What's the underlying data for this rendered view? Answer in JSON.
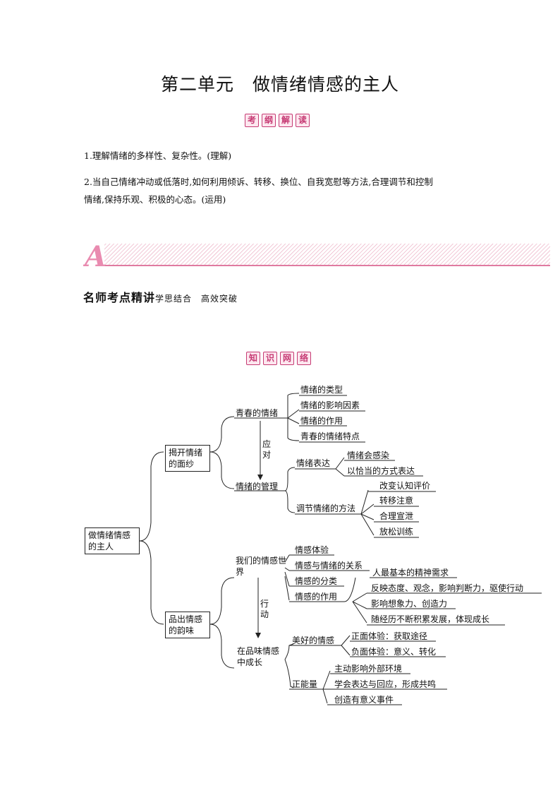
{
  "title": "第二单元　做情绪情感的主人",
  "exam_badges": [
    "考",
    "纲",
    "解",
    "读"
  ],
  "requirements": [
    "1.理解情绪的多样性、复杂性。(理解)",
    "2.当自己情绪冲动或低落时,如何利用倾诉、转移、换位、自我宽慰等方法,合理调节和控制",
    "情绪,保持乐观、积极的心态。(运用)"
  ],
  "section": {
    "letter": "A",
    "title": "名师考点精讲",
    "subtitle": "学思结合　高效突破"
  },
  "network_badges": [
    "知",
    "识",
    "网",
    "络"
  ],
  "colors": {
    "accent": "#c63b74",
    "badge_bg": "#fde7ef",
    "banner": "#f2b2c8"
  },
  "mindmap": {
    "root": "做情绪情感的主人",
    "branch1": "揭开情绪的面纱",
    "branch2": "品出情感的韵味",
    "youth_emotion": "青春的情绪",
    "youth_children": [
      "情绪的类型",
      "情绪的影响因素",
      "情绪的作用",
      "青春的情绪特点"
    ],
    "respond_label": "应对",
    "emotion_management": "情绪的管理",
    "emotion_expression": "情绪表达",
    "expression_children": [
      "情绪会感染",
      "以恰当的方式表达"
    ],
    "regulation": "调节情绪的方法",
    "regulation_children": [
      "改变认知评价",
      "转移注意",
      "合理宣泄",
      "放松训练"
    ],
    "feeling_world": "我们的情感世界",
    "feeling_children": [
      "情感体验",
      "情感与情绪的关系",
      "情感的分类",
      "情感的作用"
    ],
    "feeling_role_children": [
      "人最基本的精神需求",
      "反映态度、观念，影响判断力，驱使行动",
      "影响想象力、创造力",
      "随经历不断积累发展，体现成长"
    ],
    "action_label": "行动",
    "grow": "在品味情感中成长",
    "good_feeling": "美好的情感",
    "good_children": [
      "正面体验：获取途径",
      "负面体验：意义、转化"
    ],
    "positive_energy": "正能量",
    "positive_children": [
      "主动影响外部环境",
      "学会表达与回应，形成共鸣",
      "创造有意义事件"
    ]
  }
}
